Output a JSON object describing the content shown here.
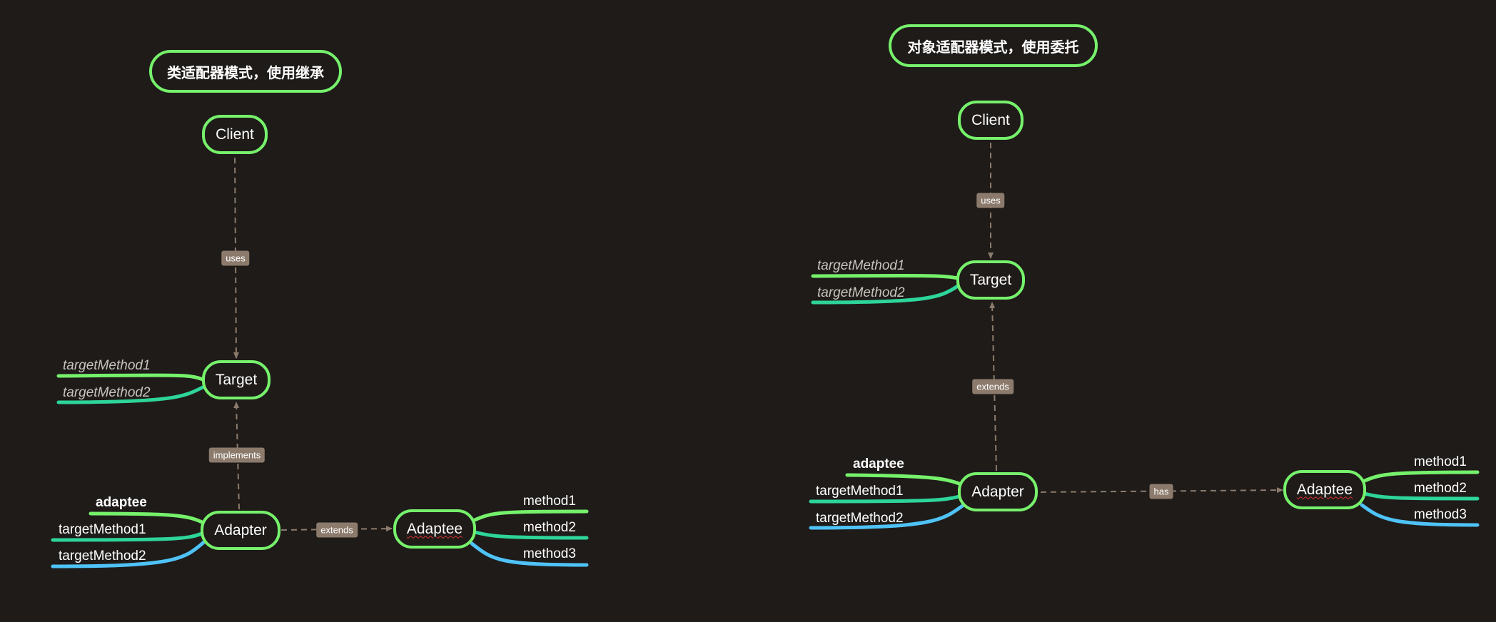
{
  "colors": {
    "background": "#1e1b19",
    "node_border": "#76f16b",
    "edge": "#8c7b6c",
    "branch_green": "#76f16b",
    "branch_teal": "#2ed59b",
    "branch_blue": "#4fc3f7"
  },
  "left": {
    "title": "类适配器模式，使用继承",
    "client": "Client",
    "target": "Target",
    "adapter": "Adapter",
    "adaptee": "Adaptee",
    "edge_uses": "uses",
    "edge_implements": "implements",
    "edge_extends": "extends",
    "target_methods": [
      "targetMethod1",
      "targetMethod2"
    ],
    "adapter_fields": [
      "adaptee",
      "targetMethod1",
      "targetMethod2"
    ],
    "adaptee_methods": [
      "method1",
      "method2",
      "method3"
    ]
  },
  "right": {
    "title": "对象适配器模式，使用委托",
    "client": "Client",
    "target": "Target",
    "adapter": "Adapter",
    "adaptee": "Adaptee",
    "edge_uses": "uses",
    "edge_extends": "extends",
    "edge_has": "has",
    "target_methods": [
      "targetMethod1",
      "targetMethod2"
    ],
    "adapter_fields": [
      "adaptee",
      "targetMethod1",
      "targetMethod2"
    ],
    "adaptee_methods": [
      "method1",
      "method2",
      "method3"
    ]
  }
}
